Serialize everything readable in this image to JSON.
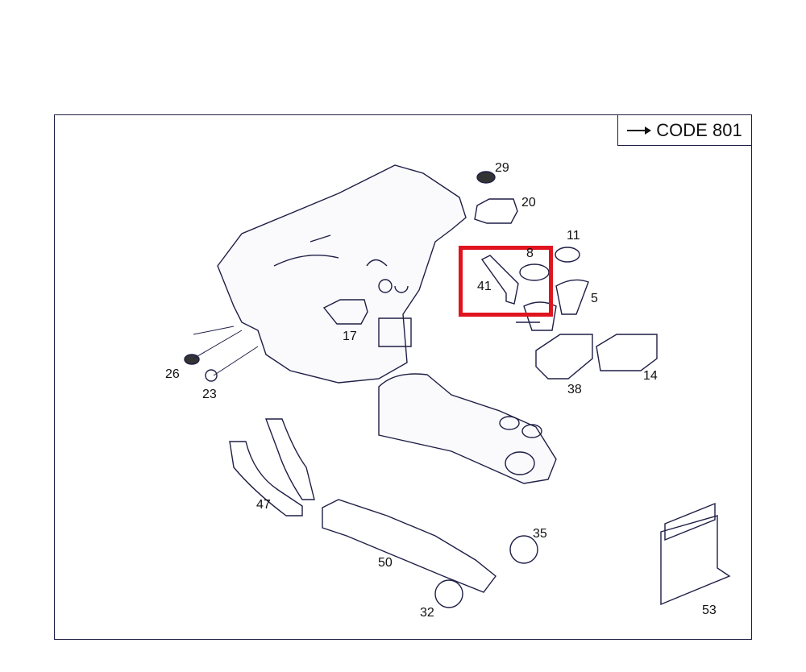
{
  "header": {
    "code_label": "CODE 801"
  },
  "colors": {
    "line": "#1e1e46",
    "highlight": "#e0141e"
  },
  "highlighted_part": "41",
  "part_labels": {
    "p29": "29",
    "p20": "20",
    "p11": "11",
    "p8": "8",
    "p41": "41",
    "p5": "5",
    "p17": "17",
    "p26": "26",
    "p23": "23",
    "p38": "38",
    "p14": "14",
    "p47": "47",
    "p50": "50",
    "p35": "35",
    "p32": "32",
    "p53": "53"
  }
}
